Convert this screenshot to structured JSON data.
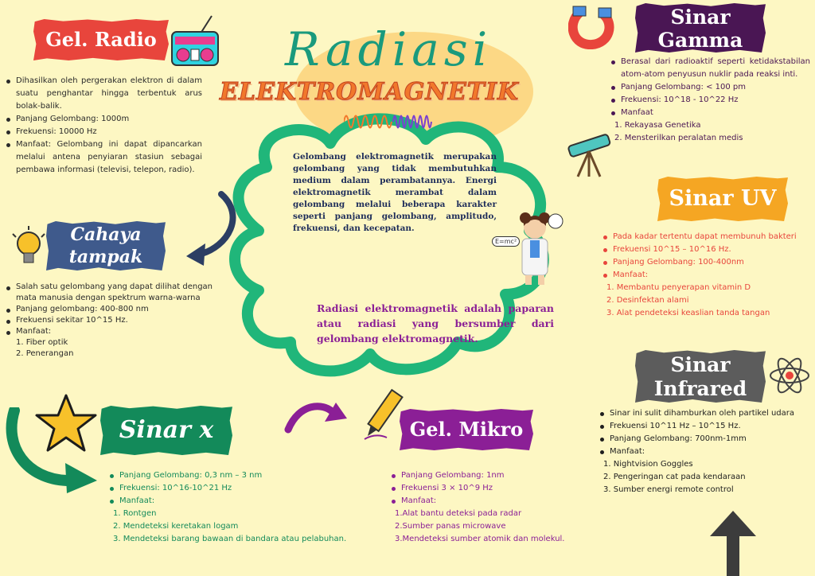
{
  "header": {
    "title_script": "Radiasi",
    "title_block": "ELEKTROMAGNETIK"
  },
  "center": {
    "intro": "Gelombang elektromagnetik merupakan gelombang yang tidak membutuhkan medium dalam perambatannya. Energi elektromagnetik merambat dalam gelombang melalui beberapa karakter seperti panjang gelombang, amplitudo, frekuensi, dan kecepatan.",
    "definition": "Radiasi elektromagnetik adalah paparan atau radiasi yang bersumber dari gelombang elektromagnetik.",
    "scientist_label": "E=mc²"
  },
  "sections": {
    "radio": {
      "title": "Gel. Radio",
      "items": [
        "Dihasilkan oleh pergerakan elektron di dalam suatu penghantar hingga terbentuk arus bolak-balik.",
        "Panjang Gelombang: 1000m",
        "Frekuensi: 10000 Hz",
        "Manfaat: Gelombang ini dapat dipancarkan melalui antena penyiaran stasiun sebagai pembawa informasi (televisi, telepon, radio)."
      ]
    },
    "cahaya": {
      "title_line1": "Cahaya",
      "title_line2": "tampak",
      "items": [
        "Salah satu gelombang yang dapat dilihat dengan mata manusia dengan spektrum warna-warna",
        "Panjang gelombang: 400-800 nm",
        "Frekuensi sekitar 10^15 Hz.",
        "Manfaat:"
      ],
      "numbered": [
        "1. Fiber optik",
        "2. Penerangan"
      ]
    },
    "xray": {
      "title": "Sinar x",
      "items": [
        "Panjang Gelombang: 0,3 nm – 3 nm",
        "Frekuensi: 10^16-10^21 Hz",
        "Manfaat:"
      ],
      "numbered": [
        "1. Rontgen",
        "2. Mendeteksi keretakan logam",
        "3. Mendeteksi barang bawaan di bandara atau pelabuhan."
      ]
    },
    "mikro": {
      "title": "Gel. Mikro",
      "items": [
        "Panjang Gelombang: 1nm",
        "Frekuensi 3 × 10^9 Hz",
        "Manfaat:"
      ],
      "numbered": [
        "1.Alat bantu deteksi pada radar",
        "2.Sumber panas microwave",
        "3.Mendeteksi sumber atomik dan molekul."
      ]
    },
    "gamma": {
      "title_line1": "Sinar",
      "title_line2": "Gamma",
      "items": [
        "Berasal dari radioaktif seperti ketidakstabilan atom-atom penyusun nuklir pada reaksi inti.",
        "Panjang Gelombang: < 100 pm",
        "Frekuensi: 10^18 - 10^22 Hz",
        "Manfaat"
      ],
      "numbered": [
        "1. Rekayasa Genetika",
        "2. Mensterilkan peralatan medis"
      ]
    },
    "uv": {
      "title": "Sinar UV",
      "items": [
        "Pada kadar tertentu dapat membunuh bakteri",
        "Frekuensi 10^15 – 10^16 Hz.",
        "Panjang Gelombang: 100-400nm",
        "Manfaat:"
      ],
      "numbered": [
        "1. Membantu penyerapan vitamin D",
        "2. Desinfektan alami",
        "3. Alat pendeteksi keaslian tanda tangan"
      ]
    },
    "infrared": {
      "title_line1": "Sinar",
      "title_line2": "Infrared",
      "items": [
        "Sinar ini sulit dihamburkan oleh partikel udara",
        "Frekuensi 10^11 Hz – 10^15 Hz.",
        "Panjang Gelombang: 700nm-1mm",
        "Manfaat:"
      ],
      "numbered": [
        "1. Nightvision Goggles",
        "2. Pengeringan cat pada kendaraan",
        "3. Sumber energi remote control"
      ]
    }
  },
  "icons": [
    "radio-icon",
    "magnet-icon",
    "telescope-icon",
    "lightbulb-icon",
    "scientist-icon",
    "star-icon",
    "pencil-icon",
    "atom-icon",
    "arrow-icon",
    "wave-icon"
  ],
  "colors": {
    "background": "#fdf7c3",
    "radio": "#e8453c",
    "cahaya": "#3f5a8c",
    "xray": "#138a5a",
    "mikro": "#8b1f96",
    "gamma": "#4a1654",
    "uv": "#f5a623",
    "infrared": "#5c5c5c",
    "cloud": "#20b67a"
  }
}
